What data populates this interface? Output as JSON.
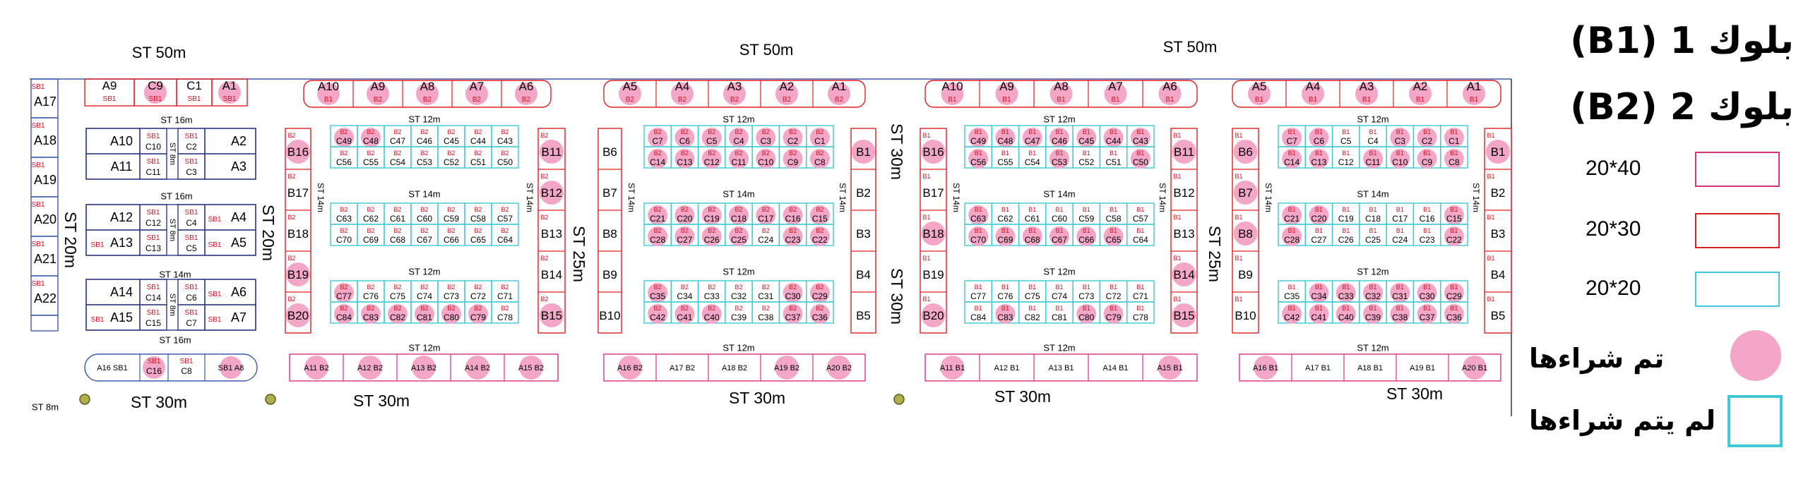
{
  "colors": {
    "pink": "#e0307f",
    "red": "#e02020",
    "cyan": "#3ec8d8",
    "sold": "#f3a6c6",
    "navy": "#2a3a86",
    "blue": "#3a5ab0",
    "label": "#d8101e"
  },
  "legend": {
    "block1": "بلوك 1 (B1)",
    "block2": "بلوك 2 (B2)",
    "size40": "20*40",
    "size30": "20*30",
    "size20": "20*20",
    "sold": "تم شراءها",
    "unsold": "لم يتم شراءها"
  },
  "streets": {
    "st50": "ST 50m",
    "st30": "ST 30m",
    "st20": "ST 20m",
    "st25": "ST 25m",
    "st16": "ST 16m",
    "st14": "ST 14m",
    "st12": "ST 12m",
    "st8": "ST 8m"
  },
  "zoneA": {
    "top_row": [
      {
        "id": "A9",
        "blk": "SB1",
        "sold": false
      },
      {
        "id": "C9",
        "blk": "SB1",
        "sold": true
      },
      {
        "id": "C1",
        "blk": "SB1",
        "sold": false
      },
      {
        "id": "A1",
        "blk": "SB1",
        "sold": true
      }
    ],
    "left_col": [
      {
        "id": "A17",
        "blk": "SB1"
      },
      {
        "id": "A18",
        "blk": "SB1"
      },
      {
        "id": "A19",
        "blk": "SB1"
      },
      {
        "id": "A20",
        "blk": "SB1"
      },
      {
        "id": "A21",
        "blk": "SB1"
      },
      {
        "id": "A22",
        "blk": "SB1"
      }
    ],
    "groups": [
      {
        "left": [
          {
            "id": "A10",
            "blk": ""
          },
          {
            "id": "A11",
            "blk": ""
          }
        ],
        "mid1": [
          {
            "id": "C10",
            "blk": "SB1"
          },
          {
            "id": "C11",
            "blk": "SB1"
          }
        ],
        "mid2": [
          {
            "id": "C2",
            "blk": "SB1"
          },
          {
            "id": "C3",
            "blk": "SB1"
          }
        ],
        "right": [
          {
            "id": "A2",
            "blk": ""
          },
          {
            "id": "A3",
            "blk": ""
          }
        ]
      },
      {
        "left": [
          {
            "id": "A12",
            "blk": ""
          },
          {
            "id": "A13",
            "blk": "SB1"
          }
        ],
        "mid1": [
          {
            "id": "C12",
            "blk": "SB1"
          },
          {
            "id": "C13",
            "blk": "SB1"
          }
        ],
        "mid2": [
          {
            "id": "C4",
            "blk": "SB1"
          },
          {
            "id": "C5",
            "blk": "SB1"
          }
        ],
        "right": [
          {
            "id": "A4",
            "blk": "SB1"
          },
          {
            "id": "A5",
            "blk": "SB1"
          }
        ]
      },
      {
        "left": [
          {
            "id": "A14",
            "blk": ""
          },
          {
            "id": "A15",
            "blk": "SB1"
          }
        ],
        "mid1": [
          {
            "id": "C14",
            "blk": "SB1"
          },
          {
            "id": "C15",
            "blk": "SB1"
          }
        ],
        "mid2": [
          {
            "id": "C6",
            "blk": "SB1"
          },
          {
            "id": "C7",
            "blk": "SB1"
          }
        ],
        "right": [
          {
            "id": "A6",
            "blk": "SB1"
          },
          {
            "id": "A7",
            "blk": "SB1"
          }
        ]
      }
    ],
    "bottom_row": [
      {
        "id": "A16 SB1",
        "sold": false
      },
      {
        "id": "C16",
        "blk": "SB1",
        "sold": true
      },
      {
        "id": "C8",
        "blk": "SB1",
        "sold": false
      },
      {
        "id": "SB1 A8",
        "sold": true
      }
    ]
  },
  "sections": [
    {
      "top_row": [
        {
          "id": "A10",
          "blk": "B1",
          "sold": true
        },
        {
          "id": "A9",
          "blk": "B2",
          "sold": true
        },
        {
          "id": "A8",
          "blk": "B2",
          "sold": true
        },
        {
          "id": "A7",
          "blk": "B2",
          "sold": true
        },
        {
          "id": "A6",
          "blk": "B2",
          "sold": true
        }
      ],
      "left_col": [
        {
          "id": "B16",
          "blk": "B2",
          "sold": true
        },
        {
          "id": "B17",
          "blk": "B2",
          "sold": false
        },
        {
          "id": "B18",
          "blk": "B2",
          "sold": false
        },
        {
          "id": "B19",
          "blk": "B2",
          "sold": true
        },
        {
          "id": "B20",
          "blk": "B2",
          "sold": true
        }
      ],
      "right_col": [
        {
          "id": "B11",
          "blk": "B2",
          "sold": true
        },
        {
          "id": "B12",
          "blk": "B2",
          "sold": true
        },
        {
          "id": "B13",
          "blk": "B2",
          "sold": false
        },
        {
          "id": "B14",
          "blk": "B2",
          "sold": false
        },
        {
          "id": "B15",
          "blk": "B2",
          "sold": true
        }
      ],
      "grid": [
        {
          "row": 1,
          "ids": [
            "C49",
            "C48",
            "C47",
            "C46",
            "C45",
            "C44",
            "C43"
          ],
          "blk": "B2",
          "sold": [
            1,
            1,
            0,
            0,
            0,
            0,
            0
          ]
        },
        {
          "row": 2,
          "ids": [
            "C56",
            "C55",
            "C54",
            "C53",
            "C52",
            "C51",
            "C50"
          ],
          "blk": "B2",
          "sold": [
            0,
            0,
            0,
            0,
            0,
            0,
            0
          ]
        },
        {
          "row": 3,
          "ids": [
            "C63",
            "C62",
            "C61",
            "C60",
            "C59",
            "C58",
            "C57"
          ],
          "blk": "B2",
          "sold": [
            0,
            0,
            0,
            0,
            0,
            0,
            0
          ]
        },
        {
          "row": 4,
          "ids": [
            "C70",
            "C69",
            "C68",
            "C67",
            "C66",
            "C65",
            "C64"
          ],
          "blk": "B2",
          "sold": [
            0,
            0,
            0,
            0,
            0,
            0,
            0
          ]
        },
        {
          "row": 5,
          "ids": [
            "C77",
            "C76",
            "C75",
            "C74",
            "C73",
            "C72",
            "C71"
          ],
          "blk": "B2",
          "sold": [
            1,
            0,
            0,
            0,
            0,
            0,
            0
          ]
        },
        {
          "row": 6,
          "ids": [
            "C84",
            "C83",
            "C82",
            "C81",
            "C80",
            "C79",
            "C78"
          ],
          "blk": "B2",
          "sold": [
            1,
            1,
            1,
            1,
            1,
            1,
            0
          ]
        }
      ],
      "bottom_row": [
        {
          "id": "A11 B2",
          "sold": true
        },
        {
          "id": "A12 B2",
          "sold": true
        },
        {
          "id": "A13 B2",
          "sold": true
        },
        {
          "id": "A14 B2",
          "sold": true
        },
        {
          "id": "A15 B2",
          "sold": true
        }
      ]
    },
    {
      "top_row": [
        {
          "id": "A5",
          "blk": "B2",
          "sold": true
        },
        {
          "id": "A4",
          "blk": "B2",
          "sold": true
        },
        {
          "id": "A3",
          "blk": "B2",
          "sold": true
        },
        {
          "id": "A2",
          "blk": "B2",
          "sold": true
        },
        {
          "id": "A1",
          "blk": "B2",
          "sold": true
        }
      ],
      "left_col": [
        {
          "id": "B6",
          "blk": "",
          "sold": false
        },
        {
          "id": "B7",
          "blk": "",
          "sold": false
        },
        {
          "id": "B8",
          "blk": "",
          "sold": false
        },
        {
          "id": "B9",
          "blk": "",
          "sold": false
        },
        {
          "id": "B10",
          "blk": "",
          "sold": false
        }
      ],
      "right_col": [
        {
          "id": "B1",
          "blk": "",
          "sold": true
        },
        {
          "id": "B2",
          "blk": "",
          "sold": false
        },
        {
          "id": "B3",
          "blk": "",
          "sold": false
        },
        {
          "id": "B4",
          "blk": "",
          "sold": false
        },
        {
          "id": "B5",
          "blk": "",
          "sold": false
        }
      ],
      "grid": [
        {
          "row": 1,
          "ids": [
            "C7",
            "C6",
            "C5",
            "C4",
            "C3",
            "C2",
            "C1"
          ],
          "blk": "B2",
          "sold": [
            1,
            1,
            1,
            1,
            1,
            1,
            1
          ]
        },
        {
          "row": 2,
          "ids": [
            "C14",
            "C13",
            "C12",
            "C11",
            "C10",
            "C9",
            "C8"
          ],
          "blk": "B2",
          "sold": [
            1,
            1,
            1,
            1,
            1,
            1,
            1
          ]
        },
        {
          "row": 3,
          "ids": [
            "C21",
            "C20",
            "C19",
            "C18",
            "C17",
            "C16",
            "C15"
          ],
          "blk": "B2",
          "sold": [
            1,
            1,
            1,
            1,
            1,
            1,
            1
          ]
        },
        {
          "row": 4,
          "ids": [
            "C28",
            "C27",
            "C26",
            "C25",
            "C24",
            "C23",
            "C22"
          ],
          "blk": "B2",
          "sold": [
            1,
            1,
            1,
            1,
            0,
            1,
            1
          ]
        },
        {
          "row": 5,
          "ids": [
            "C35",
            "C34",
            "C33",
            "C32",
            "C31",
            "C30",
            "C29"
          ],
          "blk": "B2",
          "sold": [
            1,
            0,
            0,
            0,
            0,
            1,
            1
          ]
        },
        {
          "row": 6,
          "ids": [
            "C42",
            "C41",
            "C40",
            "C39",
            "C38",
            "C37",
            "C36"
          ],
          "blk": "B2",
          "sold": [
            1,
            1,
            1,
            0,
            0,
            1,
            1
          ]
        }
      ],
      "bottom_row": [
        {
          "id": "A16 B2",
          "sold": true
        },
        {
          "id": "A17 B2",
          "sold": false
        },
        {
          "id": "A18 B2",
          "sold": false
        },
        {
          "id": "A19 B2",
          "sold": true
        },
        {
          "id": "A20 B2",
          "sold": true
        }
      ]
    },
    {
      "top_row": [
        {
          "id": "A10",
          "blk": "B1",
          "sold": true
        },
        {
          "id": "A9",
          "blk": "B1",
          "sold": true
        },
        {
          "id": "A8",
          "blk": "B1",
          "sold": true
        },
        {
          "id": "A7",
          "blk": "B1",
          "sold": true
        },
        {
          "id": "A6",
          "blk": "B1",
          "sold": true
        }
      ],
      "left_col": [
        {
          "id": "B16",
          "blk": "B1",
          "sold": true
        },
        {
          "id": "B17",
          "blk": "B1",
          "sold": false
        },
        {
          "id": "B18",
          "blk": "B1",
          "sold": true
        },
        {
          "id": "B19",
          "blk": "B1",
          "sold": false
        },
        {
          "id": "B20",
          "blk": "B1",
          "sold": true
        }
      ],
      "right_col": [
        {
          "id": "B11",
          "blk": "B1",
          "sold": true
        },
        {
          "id": "B12",
          "blk": "B1",
          "sold": false
        },
        {
          "id": "B13",
          "blk": "B1",
          "sold": false
        },
        {
          "id": "B14",
          "blk": "B1",
          "sold": true
        },
        {
          "id": "B15",
          "blk": "B1",
          "sold": true
        }
      ],
      "grid": [
        {
          "row": 1,
          "ids": [
            "C49",
            "C48",
            "C47",
            "C46",
            "C45",
            "C44",
            "C43"
          ],
          "blk": "B1",
          "sold": [
            1,
            1,
            1,
            1,
            1,
            1,
            1
          ]
        },
        {
          "row": 2,
          "ids": [
            "C56",
            "C55",
            "C54",
            "C53",
            "C52",
            "C51",
            "C50"
          ],
          "blk": "B1",
          "sold": [
            1,
            0,
            0,
            1,
            0,
            0,
            1
          ]
        },
        {
          "row": 3,
          "ids": [
            "C63",
            "C62",
            "C61",
            "C60",
            "C59",
            "C58",
            "C57"
          ],
          "blk": "B1",
          "sold": [
            1,
            0,
            0,
            0,
            0,
            0,
            0
          ]
        },
        {
          "row": 4,
          "ids": [
            "C70",
            "C69",
            "C68",
            "C67",
            "C66",
            "C65",
            "C64"
          ],
          "blk": "B1",
          "sold": [
            1,
            1,
            1,
            1,
            1,
            1,
            0
          ]
        },
        {
          "row": 5,
          "ids": [
            "C77",
            "C76",
            "C75",
            "C74",
            "C73",
            "C72",
            "C71"
          ],
          "blk": "B1",
          "sold": [
            0,
            0,
            0,
            0,
            0,
            0,
            0
          ]
        },
        {
          "row": 6,
          "ids": [
            "C84",
            "C83",
            "C82",
            "C81",
            "C80",
            "C79",
            "C78"
          ],
          "blk": "B1",
          "sold": [
            0,
            1,
            0,
            0,
            1,
            1,
            0
          ]
        }
      ],
      "bottom_row": [
        {
          "id": "A11 B1",
          "sold": true
        },
        {
          "id": "A12 B1",
          "sold": false
        },
        {
          "id": "A13 B1",
          "sold": false
        },
        {
          "id": "A14 B1",
          "sold": false
        },
        {
          "id": "A15 B1",
          "sold": true
        }
      ]
    },
    {
      "top_row": [
        {
          "id": "A5",
          "blk": "B1",
          "sold": true
        },
        {
          "id": "A4",
          "blk": "B1",
          "sold": true
        },
        {
          "id": "A3",
          "blk": "B1",
          "sold": true
        },
        {
          "id": "A2",
          "blk": "B1",
          "sold": true
        },
        {
          "id": "A1",
          "blk": "B1",
          "sold": true
        }
      ],
      "left_col": [
        {
          "id": "B6",
          "blk": "B1",
          "sold": true
        },
        {
          "id": "B7",
          "blk": "B1",
          "sold": true
        },
        {
          "id": "B8",
          "blk": "B1",
          "sold": true
        },
        {
          "id": "B9",
          "blk": "B1",
          "sold": false
        },
        {
          "id": "B10",
          "blk": "B1",
          "sold": false
        }
      ],
      "right_col": [
        {
          "id": "B1",
          "blk": "B1",
          "sold": true
        },
        {
          "id": "B2",
          "blk": "B1",
          "sold": false
        },
        {
          "id": "B3",
          "blk": "B1",
          "sold": false
        },
        {
          "id": "B4",
          "blk": "B1",
          "sold": false
        },
        {
          "id": "B5",
          "blk": "B1",
          "sold": false
        }
      ],
      "grid": [
        {
          "row": 1,
          "ids": [
            "C7",
            "C6",
            "C5",
            "C4",
            "C3",
            "C2",
            "C1"
          ],
          "blk": "B1",
          "sold": [
            1,
            1,
            0,
            0,
            1,
            1,
            1
          ]
        },
        {
          "row": 2,
          "ids": [
            "C14",
            "C13",
            "C12",
            "C11",
            "C10",
            "C9",
            "C8"
          ],
          "blk": "B1",
          "sold": [
            1,
            1,
            0,
            1,
            1,
            1,
            1
          ]
        },
        {
          "row": 3,
          "ids": [
            "C21",
            "C20",
            "C19",
            "C18",
            "C17",
            "C16",
            "C15"
          ],
          "blk": "B1",
          "sold": [
            1,
            1,
            0,
            0,
            0,
            0,
            1
          ]
        },
        {
          "row": 4,
          "ids": [
            "C28",
            "C27",
            "C26",
            "C25",
            "C24",
            "C23",
            "C22"
          ],
          "blk": "B1",
          "sold": [
            1,
            0,
            0,
            0,
            0,
            0,
            1
          ]
        },
        {
          "row": 5,
          "ids": [
            "C35",
            "C34",
            "C33",
            "C32",
            "C31",
            "C30",
            "C29"
          ],
          "blk": "B1",
          "sold": [
            0,
            1,
            1,
            1,
            1,
            1,
            1
          ]
        },
        {
          "row": 6,
          "ids": [
            "C42",
            "C41",
            "C40",
            "C39",
            "C38",
            "C37",
            "C36"
          ],
          "blk": "B1",
          "sold": [
            1,
            1,
            1,
            1,
            1,
            1,
            1
          ]
        }
      ],
      "bottom_row": [
        {
          "id": "A16 B1",
          "sold": true
        },
        {
          "id": "A17 B1",
          "sold": false
        },
        {
          "id": "A18 B1",
          "sold": false
        },
        {
          "id": "A19 B1",
          "sold": false
        },
        {
          "id": "A20 B1",
          "sold": true
        }
      ]
    }
  ]
}
